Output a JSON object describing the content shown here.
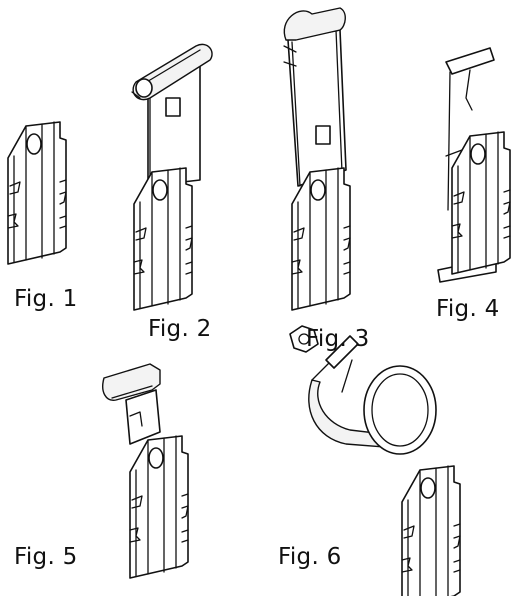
{
  "figures": [
    {
      "label": "Fig. 1"
    },
    {
      "label": "Fig. 2"
    },
    {
      "label": "Fig. 3"
    },
    {
      "label": "Fig. 4"
    },
    {
      "label": "Fig. 5"
    },
    {
      "label": "Fig. 6"
    }
  ]
}
